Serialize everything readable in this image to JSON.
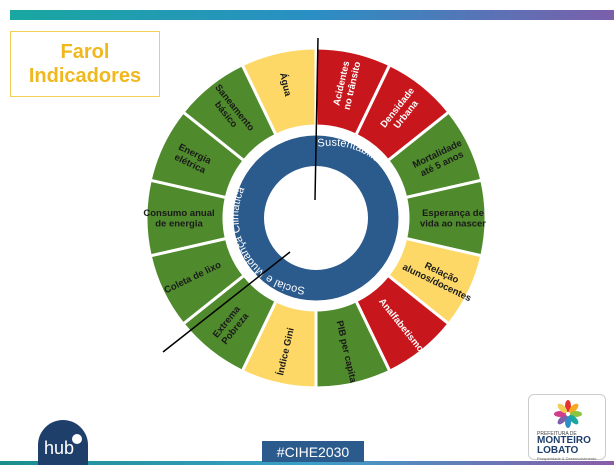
{
  "title": {
    "line1": "Farol",
    "line2": "Indicadores"
  },
  "colors": {
    "red": "#c8161d",
    "yellow": "#fdd867",
    "green": "#4f8a2c",
    "inner": "#2b5a8c",
    "title": "#f0b81e"
  },
  "ring": {
    "segments": [
      {
        "label": "Acidentes no trânsito",
        "status": "red"
      },
      {
        "label": "Densidade Urbana",
        "status": "red"
      },
      {
        "label": "Mortalidade até 5 anos",
        "status": "green"
      },
      {
        "label": "Esperança de vida ao nascer",
        "status": "green"
      },
      {
        "label": "Relação alunos/docentes",
        "status": "yellow"
      },
      {
        "label": "Analfabetismo",
        "status": "red"
      },
      {
        "label": "PIB per capita",
        "status": "green"
      },
      {
        "label": "Índice Gini",
        "status": "yellow"
      },
      {
        "label": "Extrema Pobreza",
        "status": "green"
      },
      {
        "label": "Coleta de lixo",
        "status": "green"
      },
      {
        "label": "Consumo anual de energia",
        "status": "green"
      },
      {
        "label": "Energia elétrica",
        "status": "green"
      },
      {
        "label": "Saneamento básico",
        "status": "green"
      },
      {
        "label": "Água",
        "status": "yellow"
      }
    ]
  },
  "inner_ring": {
    "left_label": "Social e Mudança Climática",
    "right_label": "Sustentabilidade Urbana"
  },
  "footer": {
    "hashtag": "#CIHE2030",
    "hub": "hub",
    "pref_small": "PREFEITURA DE",
    "pref_line1": "MONTEIRO",
    "pref_line2": "LOBATO",
    "pref_tag": "Prosperidade & Desenvolvimento"
  }
}
